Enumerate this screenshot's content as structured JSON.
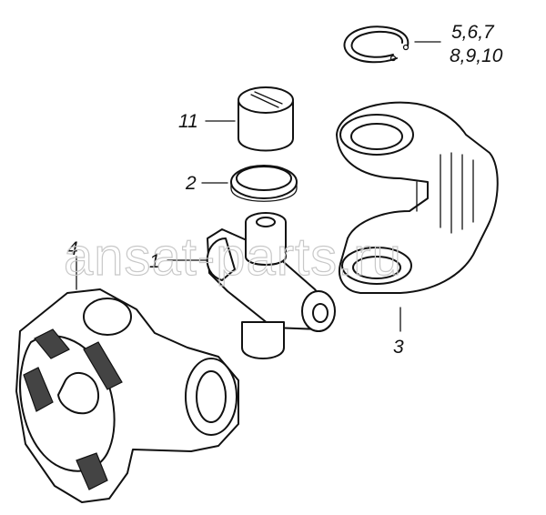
{
  "watermark": "ansat-parts.ru",
  "callouts": {
    "snap_ring": [
      "5,6,7",
      "8,9,10"
    ],
    "bearing_cup": "11",
    "seal": "2",
    "cross": "1",
    "flange_yoke": "4",
    "slip_yoke": "3"
  },
  "colors": {
    "line": "#111111",
    "friction_pad": "#444444",
    "watermark": "#c8c8c8"
  }
}
